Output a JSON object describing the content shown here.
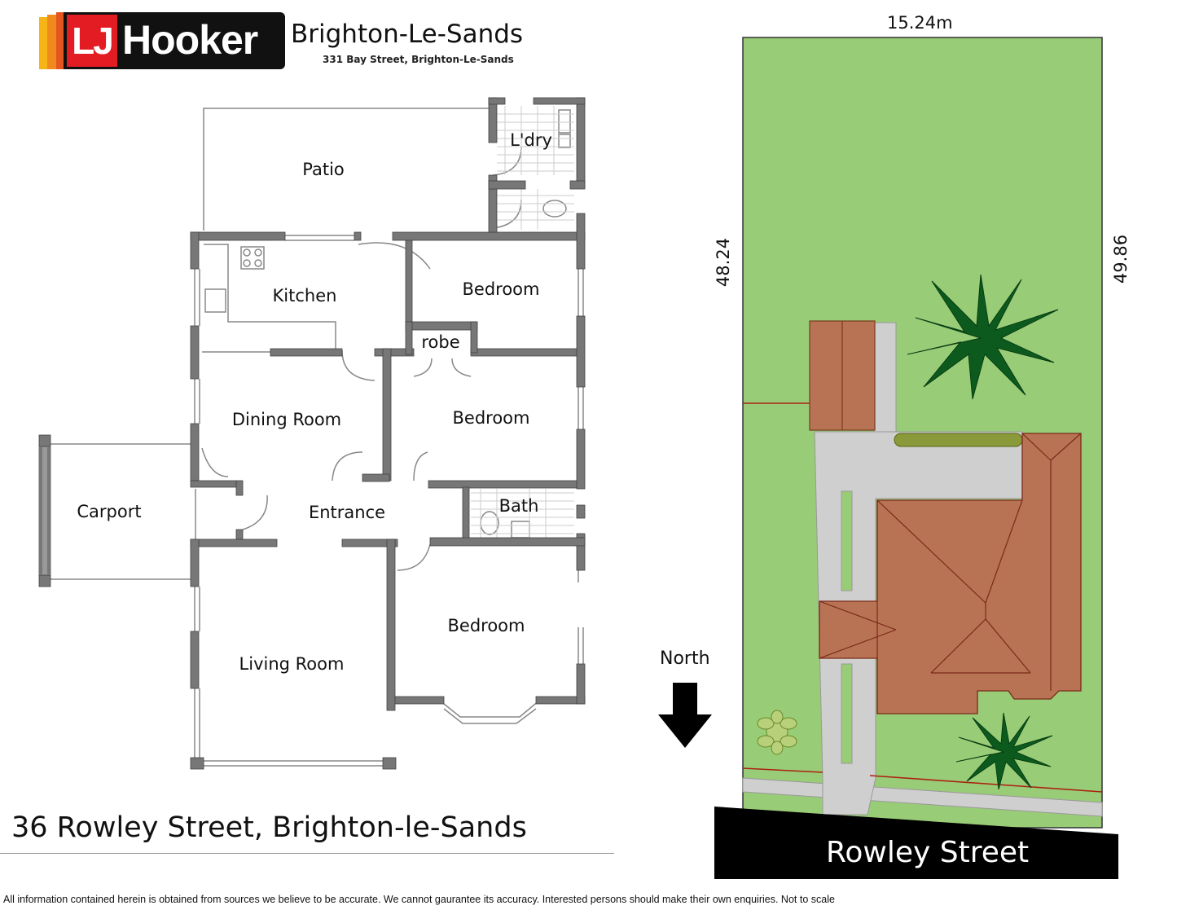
{
  "header": {
    "brand_initials": "LJ",
    "brand_name": "Hooker",
    "office_name": "Brighton-Le-Sands",
    "office_address": "331 Bay Street, Brighton-Le-Sands"
  },
  "floorplan": {
    "rooms": {
      "patio": "Patio",
      "laundry": "L'dry",
      "kitchen": "Kitchen",
      "bedroom_1": "Bedroom",
      "robe": "robe",
      "dining": "Dining Room",
      "bedroom_2": "Bedroom",
      "carport": "Carport",
      "entrance": "Entrance",
      "bath": "Bath",
      "bedroom_3": "Bedroom",
      "living": "Living Room"
    }
  },
  "site_plan": {
    "width_top": "15.24m",
    "side_left": "48.24",
    "side_right": "49.86",
    "north_label": "North",
    "street_name": "Rowley Street"
  },
  "colors": {
    "brand_red": "#e31b23",
    "lawn": "#99cc77",
    "roof": "#b87354",
    "driveway": "#cfcfcf",
    "wall": "#777777"
  },
  "footer": {
    "property_address": "36 Rowley Street, Brighton-le-Sands",
    "disclaimer": "All information contained herein is obtained from sources we believe to be accurate. We cannot gaurantee its accuracy. Interested persons should make their own enquiries. Not to scale"
  }
}
